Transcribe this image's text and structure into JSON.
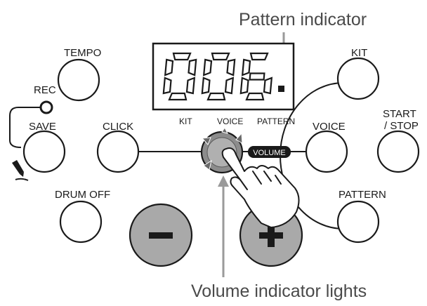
{
  "annotations": {
    "top": "Pattern indicator",
    "bottom": "Volume indicator  lights"
  },
  "display": {
    "digits": "006",
    "labels": [
      "KIT",
      "VOICE",
      "PATTERN"
    ]
  },
  "buttons": {
    "tempo": "TEMPO",
    "rec": "REC",
    "save": "SAVE",
    "click": "CLICK",
    "drum_off": "DRUM OFF",
    "kit": "KIT",
    "voice": "VOICE",
    "start_stop_line1": "START",
    "start_stop_line2": "/ STOP",
    "pattern": "PATTERN",
    "minus": "minus-icon",
    "plus": "plus-icon"
  },
  "knob": {
    "volume_label": "VOLUME"
  },
  "colors": {
    "line": "#1a1a1a",
    "big_button_fill": "#a9a9a9",
    "knob_fill": "#8c8c8c",
    "annotation_arrow": "#9a9a9a",
    "annotation_text": "#4a4a4a"
  }
}
